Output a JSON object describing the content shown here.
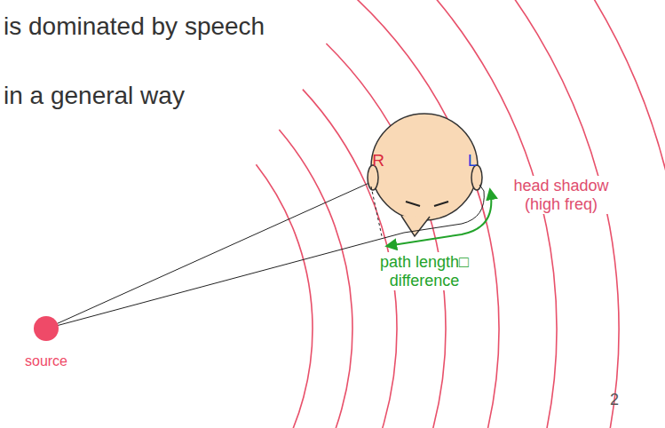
{
  "diagram": {
    "labels": [
      "is dominated by speech",
      "in a general way",
      "R",
      "L",
      "head shadow (high freq)",
      "path length□ difference",
      "source",
      "2"
    ]
  }
}
